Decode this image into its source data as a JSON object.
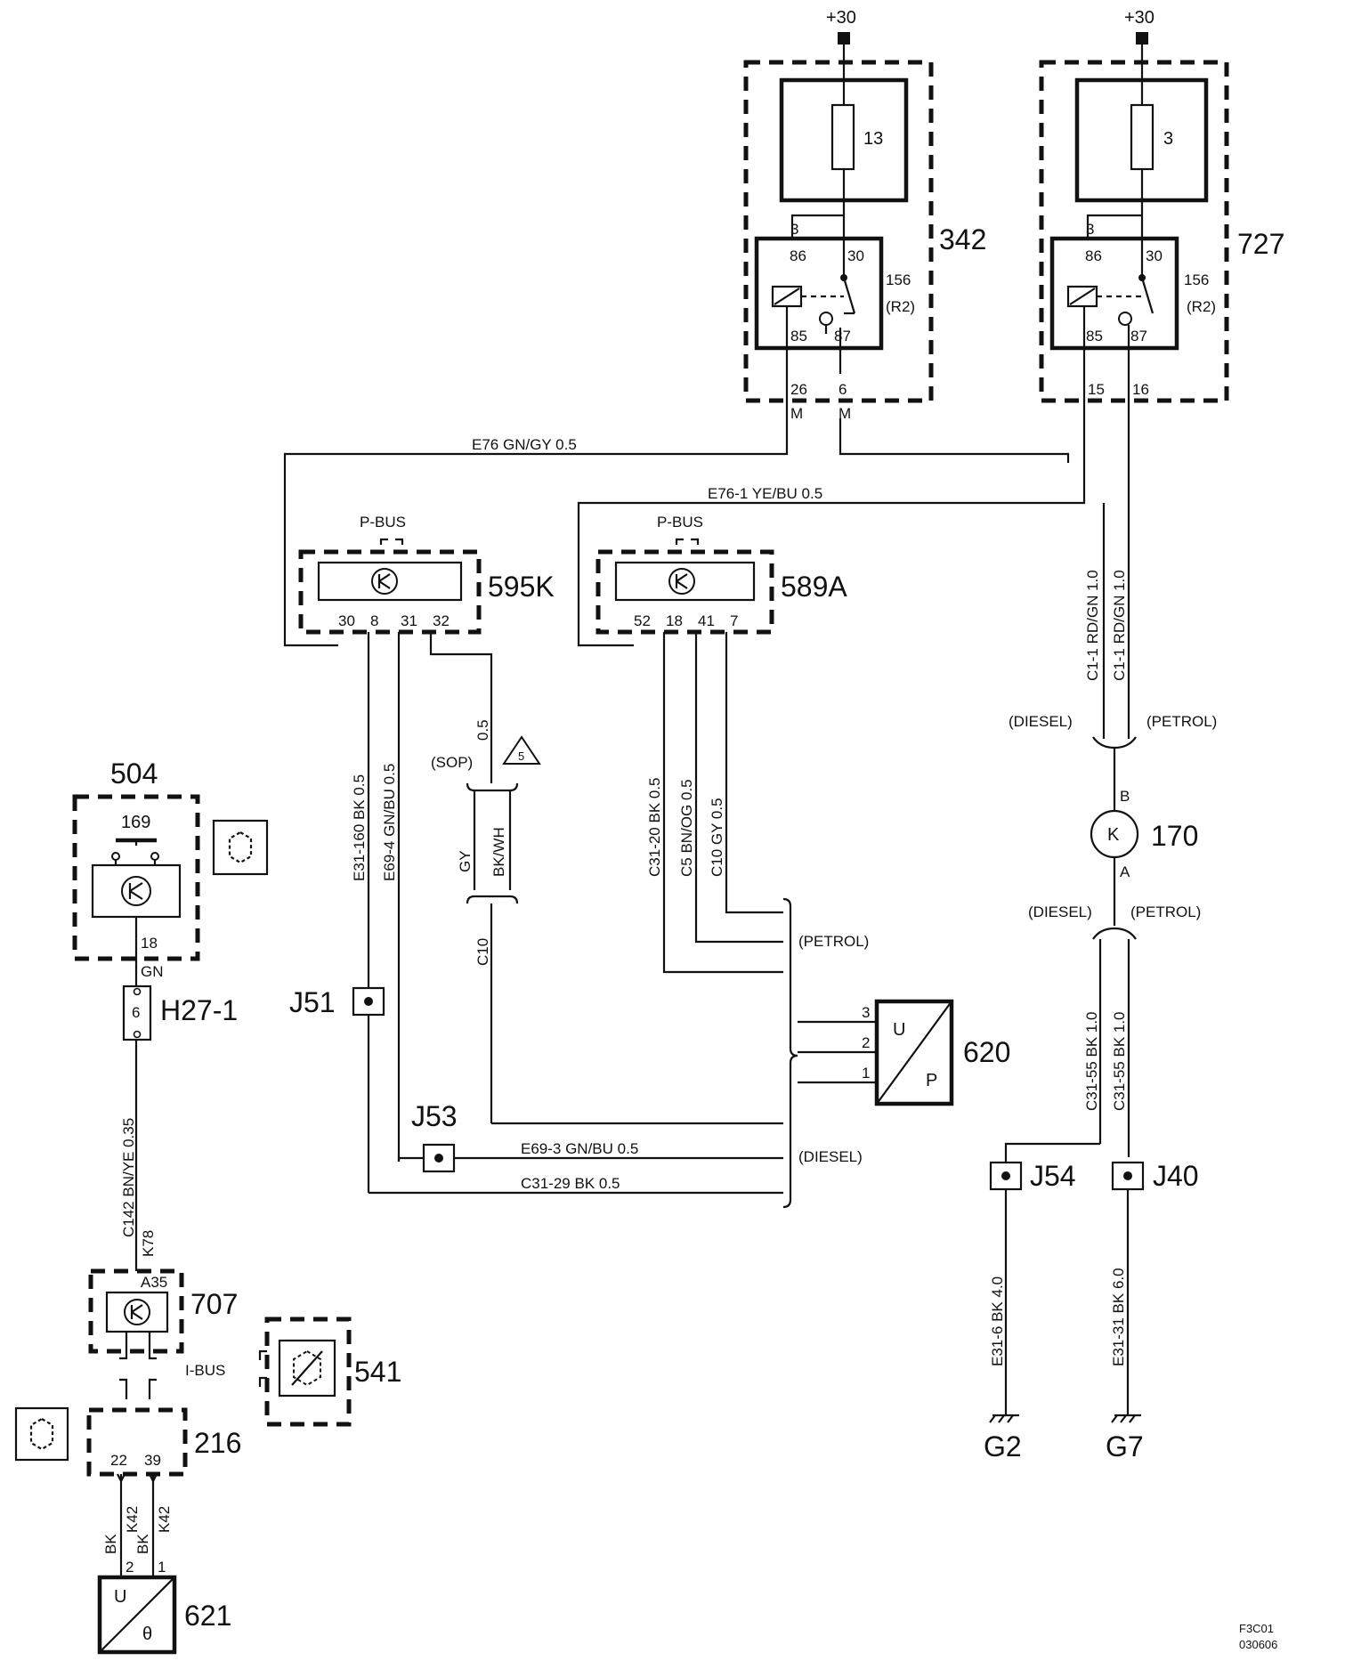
{
  "supply": {
    "left": "+30",
    "right": "+30"
  },
  "components": {
    "c342": {
      "id": "342",
      "fuse": "13",
      "relay": "156",
      "relay_sub": "(R2)",
      "p3": "3",
      "p86": "86",
      "p30": "30",
      "p85": "85",
      "p87": "87",
      "pin_a": "26",
      "pin_b": "6",
      "m": "M"
    },
    "c727": {
      "id": "727",
      "fuse": "3",
      "relay": "156",
      "relay_sub": "(R2)",
      "p3": "3",
      "p86": "86",
      "p30": "30",
      "p85": "85",
      "p87": "87",
      "pin_a": "15",
      "pin_b": "16"
    },
    "c595k": {
      "id": "595K",
      "bus": "P-BUS",
      "pins": [
        "30",
        "8",
        "31",
        "32"
      ]
    },
    "c589a": {
      "id": "589A",
      "bus": "P-BUS",
      "pins": [
        "52",
        "18",
        "41",
        "7"
      ]
    },
    "c504": {
      "id": "504",
      "inner": "169",
      "pin": "18",
      "color": "GN"
    },
    "h27": {
      "id": "H27-1",
      "pin": "6"
    },
    "c620": {
      "id": "620",
      "u": "U",
      "p": "P",
      "pins": [
        "3",
        "2",
        "1"
      ]
    },
    "c170": {
      "id": "170",
      "k": "K",
      "b": "B",
      "a": "A"
    },
    "c707": {
      "id": "707",
      "pin": "A35"
    },
    "c541": {
      "id": "541"
    },
    "c216": {
      "id": "216",
      "pins": [
        "22",
        "39"
      ],
      "bus": "I-BUS"
    },
    "c621": {
      "id": "621",
      "u": "U",
      "theta": "θ",
      "pins": [
        "2",
        "1"
      ]
    },
    "j51": "J51",
    "j53": "J53",
    "j54": "J54",
    "j40": "J40",
    "g2": "G2",
    "g7": "G7"
  },
  "wires": {
    "e76": "E76  GN/GY  0.5",
    "e761": "E76-1  YE/BU  0.5",
    "c11a": "C1-1  RD/GN  1.0",
    "c11b": "C1-1  RD/GN  1.0",
    "e31160": "E31-160  BK  0.5",
    "e694": "E69-4  GN/BU  0.5",
    "w05": "0.5",
    "sop": "(SOP)",
    "tri": "5",
    "gy": "GY",
    "bkwh": "BK/WH",
    "c10": "C10",
    "c3120": "C31-20  BK  0.5",
    "c5": "C5  BN/OG  0.5",
    "c10gy": "C10  GY  0.5",
    "e693": "E69-3  GN/BU  0.5",
    "c3129": "C31-29  BK  0.5",
    "c3155a": "C31-55  BK  1.0",
    "c3155b": "C31-55  BK  1.0",
    "e316": "E31-6  BK  4.0",
    "e3131": "E31-31  BK  6.0",
    "c142": "C142  BN/YE  0.35",
    "k78": "K78",
    "bk1": "BK",
    "k42a": "K42",
    "bk2": "BK",
    "k42b": "K42"
  },
  "labels": {
    "diesel": "(DIESEL)",
    "petrol": "(PETROL)"
  },
  "footer": {
    "code": "F3C01",
    "date": "030606"
  }
}
